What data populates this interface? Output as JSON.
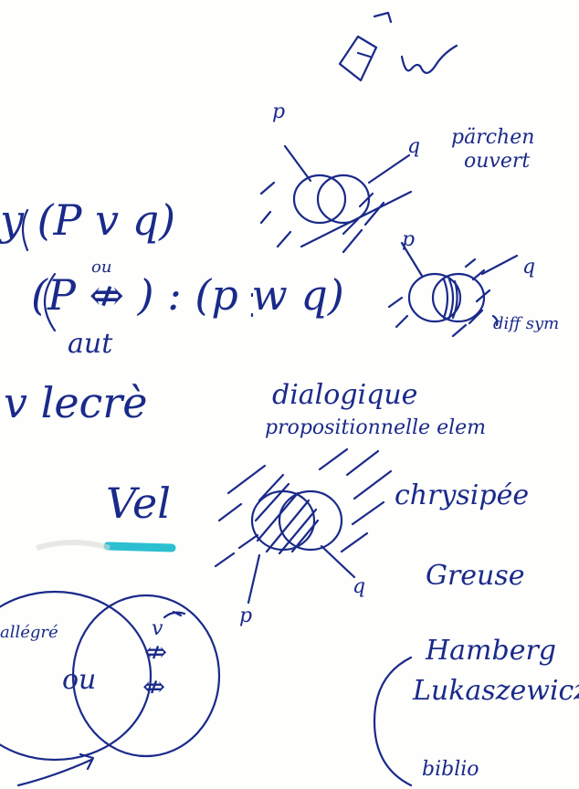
{
  "notes": {
    "formula1": "y (P v q)",
    "formula2": "(P ⇎ ) : (p w q)",
    "ou_small": "ou",
    "aut": "aut",
    "label_lk": "v lecrè",
    "p_top": "p",
    "q_top": "q",
    "pairs_open_1": "pärchen",
    "pairs_open_2": "ouvert",
    "p_mid": "p",
    "q_mid": "q",
    "diff_sym": "diff sym",
    "dialog_1": "dialogique",
    "dialog_2": "propositionnelle elem",
    "vel": "Vel",
    "p_low": "p",
    "q_low": "q",
    "chrysippe": "chrysipée",
    "greise": "Greuse",
    "disjoint_label": "allégré",
    "ou_circle": "ou",
    "v_mark": "v",
    "neq_mark_1": "⇎",
    "neq_mark_2": "⇎",
    "hamberg_1": "Hamberg",
    "hamberg_2": "Lukaszewicz",
    "biblio": "biblio"
  },
  "colors": {
    "ink": "#1a2a8a",
    "highlight": "#2bbfd1",
    "paper": "#fefefc"
  }
}
